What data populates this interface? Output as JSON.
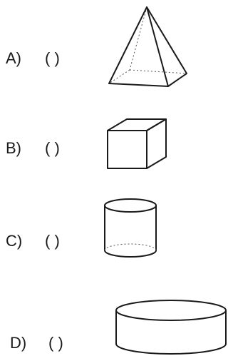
{
  "items": [
    {
      "letter": "A)",
      "blank": "(    )",
      "shape": "square-pyramid-icon"
    },
    {
      "letter": "B)",
      "blank": "(    )",
      "shape": "cube-icon"
    },
    {
      "letter": "C)",
      "blank": "(    )",
      "shape": "cylinder-icon"
    },
    {
      "letter": "D)",
      "blank": "(    )",
      "shape": "short-wide-cylinder-icon"
    }
  ]
}
